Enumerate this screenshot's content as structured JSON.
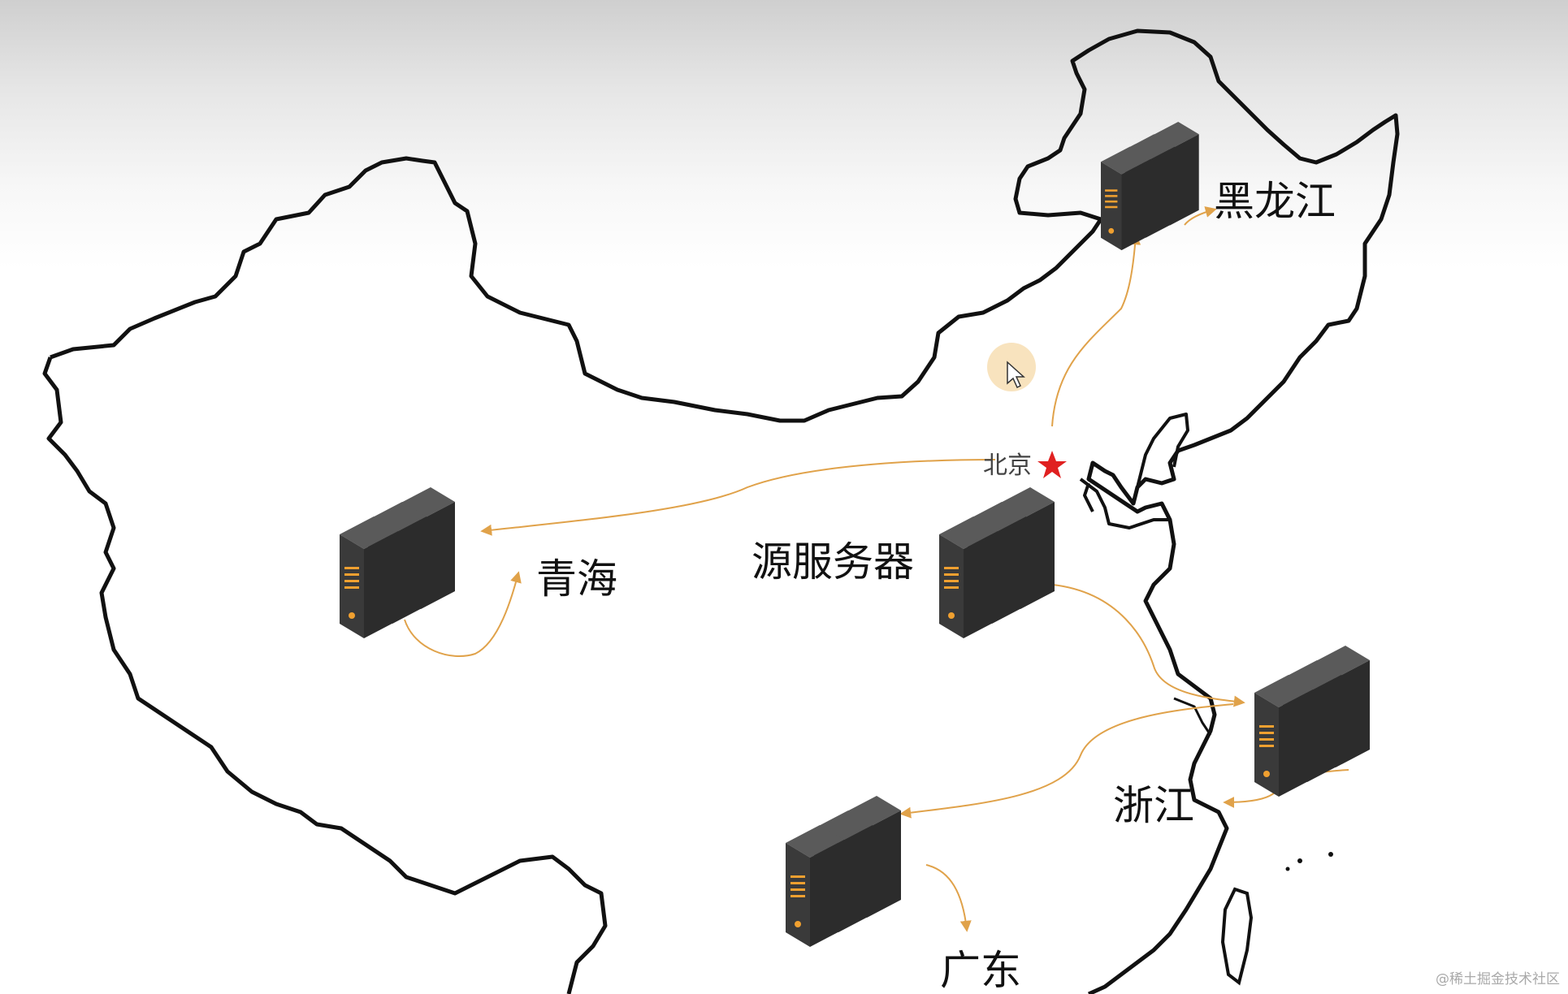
{
  "map": {
    "capital_label": "北京",
    "origin_label": "源服务器",
    "nodes": [
      {
        "id": "heilongjiang",
        "label": "黑龙江"
      },
      {
        "id": "qinghai",
        "label": "青海"
      },
      {
        "id": "zhejiang",
        "label": "浙江"
      },
      {
        "id": "guangdong",
        "label": "广东"
      }
    ],
    "colors": {
      "border": "#111111",
      "arrow": "#e0a24a",
      "capital_star": "#e02020",
      "server_body": "#3b3b3b",
      "server_accent": "#f0a030"
    }
  },
  "watermark": "@稀土掘金技术社区",
  "cursor_icon": "pointer-cursor-icon"
}
